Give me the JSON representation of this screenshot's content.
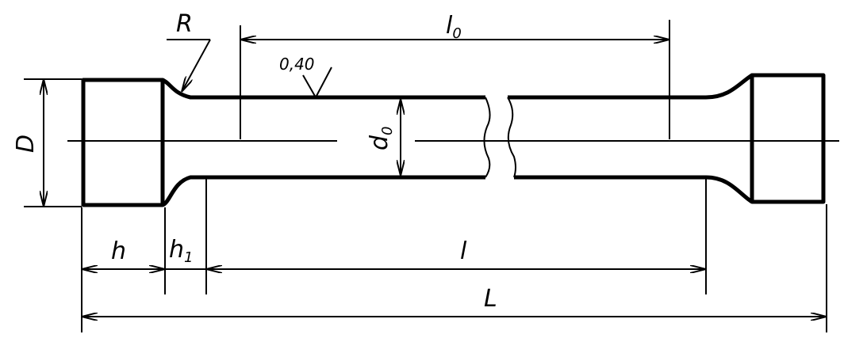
{
  "labels": {
    "R": "R",
    "l0_main": "l",
    "l0_sub": "0",
    "roughness": "0,40",
    "D": "D",
    "d0_main": "d",
    "d0_sub": "0",
    "h": "h",
    "h1_main": "h",
    "h1_sub": "1",
    "l": "l",
    "L": "L"
  },
  "colors": {
    "line": "#000000",
    "background": "#ffffff"
  }
}
